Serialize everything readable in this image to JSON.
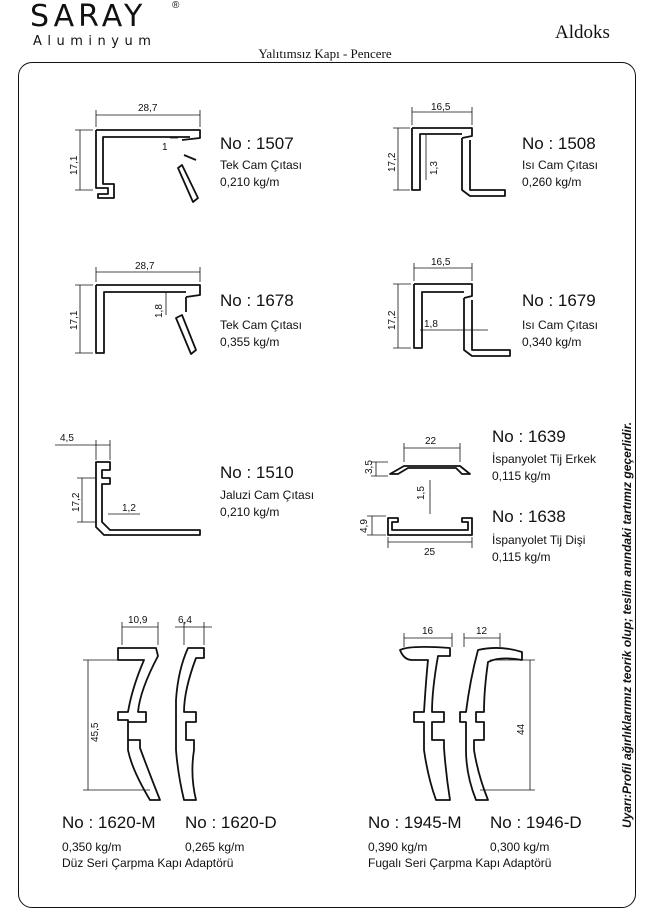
{
  "header": {
    "brand": "SARAY",
    "brand_sub": "Aluminyum",
    "registered": "®",
    "series": "Aldoks",
    "title": "Yalıtımsız Kapı - Pencere"
  },
  "warning": "Uyarı:Profil ağırlıklarımız  teorik olup; teslim anındaki tartımız geçerlidir.",
  "profiles": [
    {
      "no": "No : 1507",
      "name": "Tek Cam Çıtası",
      "weight": "0,210 kg/m",
      "dims": [
        "28,7",
        "17,1",
        "1"
      ]
    },
    {
      "no": "No : 1508",
      "name": "Isı Cam Çıtası",
      "weight": "0,260 kg/m",
      "dims": [
        "16,5",
        "17,2",
        "1,3"
      ]
    },
    {
      "no": "No : 1678",
      "name": "Tek Cam Çıtası",
      "weight": "0,355 kg/m",
      "dims": [
        "28,7",
        "17,1",
        "1,8"
      ]
    },
    {
      "no": "No : 1679",
      "name": "Isı Cam Çıtası",
      "weight": "0,340 kg/m",
      "dims": [
        "16,5",
        "17,2",
        "1,8"
      ]
    },
    {
      "no": "No : 1510",
      "name": "Jaluzi Cam Çıtası",
      "weight": "0,210 kg/m",
      "dims": [
        "4,5",
        "17,2",
        "1,2"
      ]
    },
    {
      "no": "No : 1639",
      "name": "İspanyolet Tij Erkek",
      "weight": "0,115 kg/m",
      "dims": [
        "22",
        "3,5",
        "1,5"
      ]
    },
    {
      "no": "No : 1638",
      "name": "İspanyolet Tij Dişi",
      "weight": "0,115 kg/m",
      "dims": [
        "25",
        "4,9"
      ]
    }
  ],
  "adapters": [
    {
      "no_m": "No : 1620-M",
      "no_d": "No : 1620-D",
      "weight_m": "0,350 kg/m",
      "weight_d": "0,265 kg/m",
      "name": "Düz Seri Çarpma Kapı Adaptörü",
      "dims": [
        "10,9",
        "6,4",
        "45,5"
      ]
    },
    {
      "no_m": "No : 1945-M",
      "no_d": "No : 1946-D",
      "weight_m": "0,390 kg/m",
      "weight_d": "0,300 kg/m",
      "name": "Fugalı Seri Çarpma Kapı Adaptörü",
      "dims": [
        "16",
        "12",
        "44"
      ]
    }
  ]
}
